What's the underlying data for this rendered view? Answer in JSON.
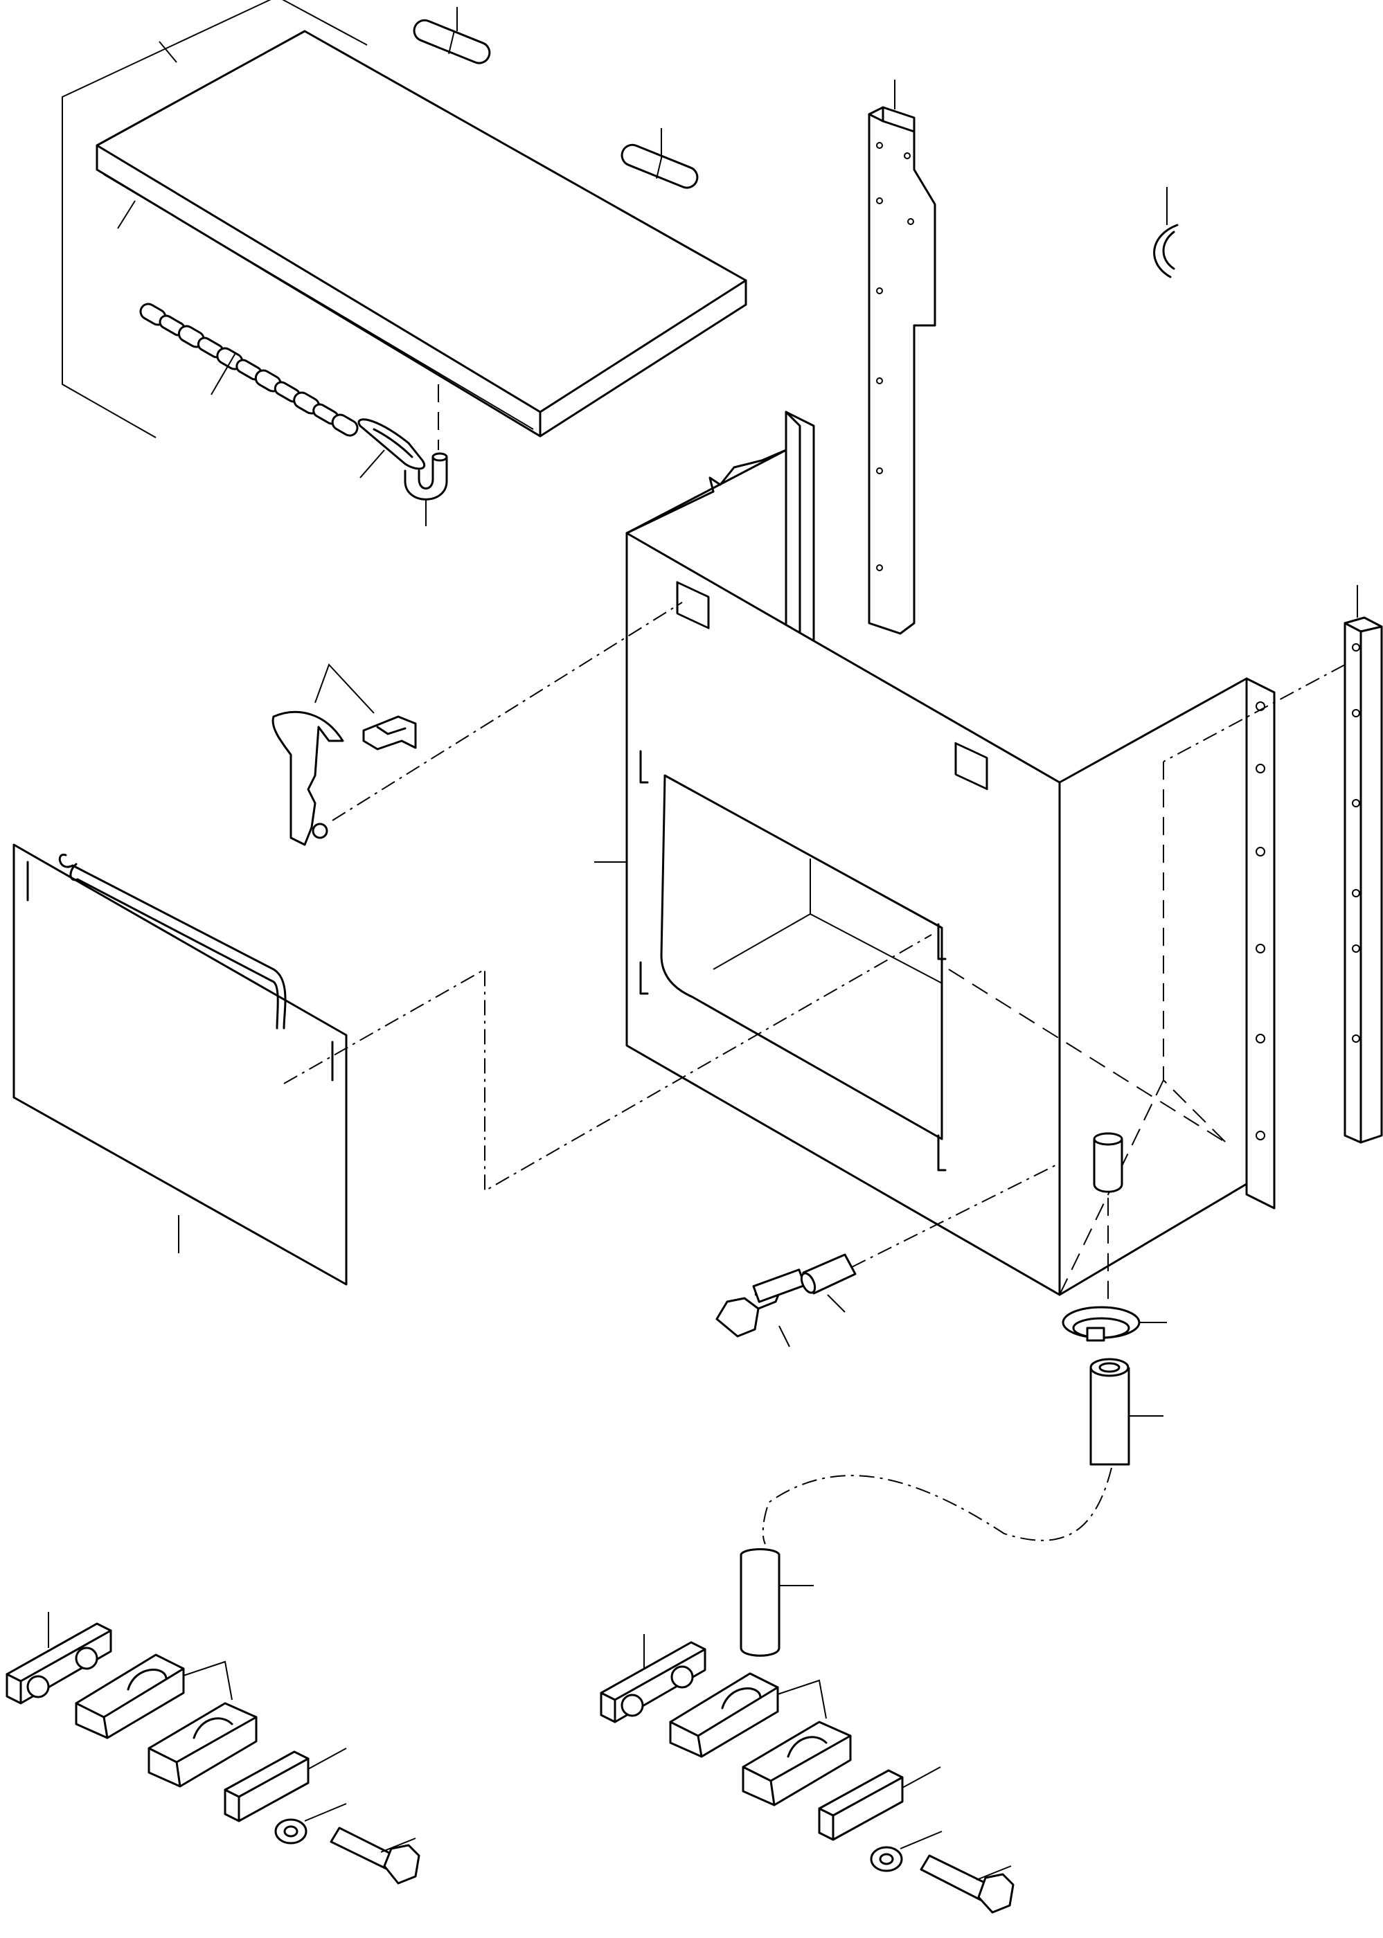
{
  "diagram": {
    "type": "exploded-parts-view",
    "line_color": "#000000",
    "background": "#ffffff",
    "parts": [
      "lid",
      "hinge-pin-1",
      "hinge-pin-2",
      "chain",
      "snap-hook",
      "j-hook",
      "hinge-bracket-strip",
      "c-clip",
      "latch",
      "latch-keeper",
      "front-cover-plate",
      "box-body",
      "mounting-rail",
      "bolt-center",
      "spacer-bushing",
      "drain-nozzle",
      "hose-clamp",
      "drain-hose-upper",
      "drain-hose-lower",
      "clamp-plate-left",
      "clamp-half-upper-left",
      "clamp-half-lower-left",
      "clamp-backplate-left",
      "washer-left",
      "bolt-left",
      "clamp-plate-right",
      "clamp-half-upper-right",
      "clamp-half-lower-right",
      "clamp-backplate-right",
      "washer-right",
      "bolt-right"
    ]
  }
}
